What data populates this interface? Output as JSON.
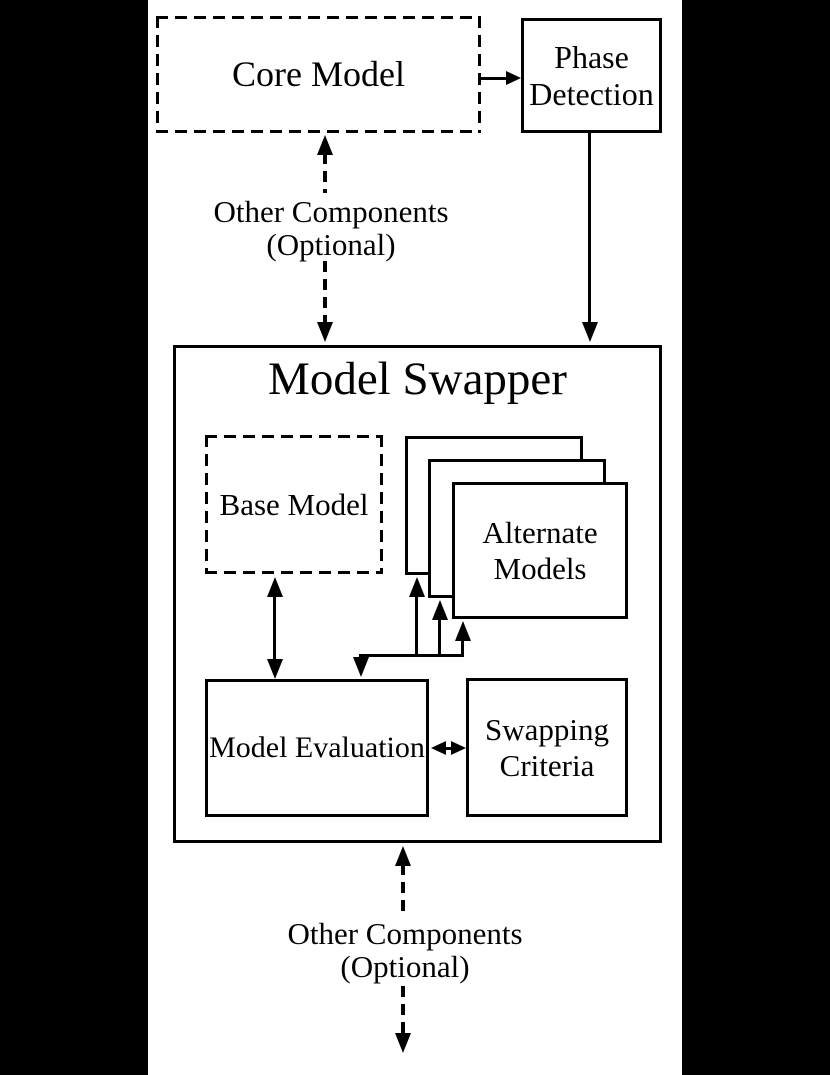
{
  "colors": {
    "background": "#000000",
    "paper": "#ffffff",
    "ink": "#000000"
  },
  "labels": {
    "core_model": "Core Model",
    "phase_detection": "Phase Detection",
    "model_swapper": "Model Swapper",
    "base_model": "Base Model",
    "alternate_models": "Alternate Models",
    "model_evaluation": "Model Evaluation",
    "swapping_criteria": "Swapping Criteria"
  },
  "annotations": {
    "top": {
      "line1": "Other Components",
      "line2": "(Optional)"
    },
    "bottom": {
      "line1": "Other Components",
      "line2": "(Optional)"
    }
  },
  "nodes": [
    {
      "id": "core_model",
      "style": "dashed"
    },
    {
      "id": "phase_detection",
      "style": "solid"
    },
    {
      "id": "model_swapper",
      "style": "solid-container"
    },
    {
      "id": "base_model",
      "style": "dashed",
      "parent": "model_swapper"
    },
    {
      "id": "alternate_models",
      "style": "stacked",
      "stack_count": 3,
      "parent": "model_swapper"
    },
    {
      "id": "model_evaluation",
      "style": "solid",
      "parent": "model_swapper"
    },
    {
      "id": "swapping_criteria",
      "style": "solid",
      "parent": "model_swapper"
    }
  ],
  "edges": [
    {
      "from": "core_model",
      "to": "phase_detection",
      "style": "solid",
      "direction": "forward"
    },
    {
      "from": "phase_detection",
      "to": "model_swapper",
      "style": "solid",
      "direction": "forward"
    },
    {
      "from": "core_model",
      "to": "model_swapper",
      "style": "dashed",
      "direction": "both",
      "via_label": "Other Components (Optional)"
    },
    {
      "from": "base_model",
      "to": "model_evaluation",
      "style": "solid",
      "direction": "both"
    },
    {
      "from": "model_evaluation",
      "to": "alternate_models",
      "style": "solid",
      "direction": "both",
      "branches": 3
    },
    {
      "from": "model_evaluation",
      "to": "swapping_criteria",
      "style": "solid",
      "direction": "both"
    },
    {
      "from": "model_swapper",
      "to": "external",
      "style": "dashed",
      "direction": "both",
      "via_label": "Other Components (Optional)"
    }
  ]
}
